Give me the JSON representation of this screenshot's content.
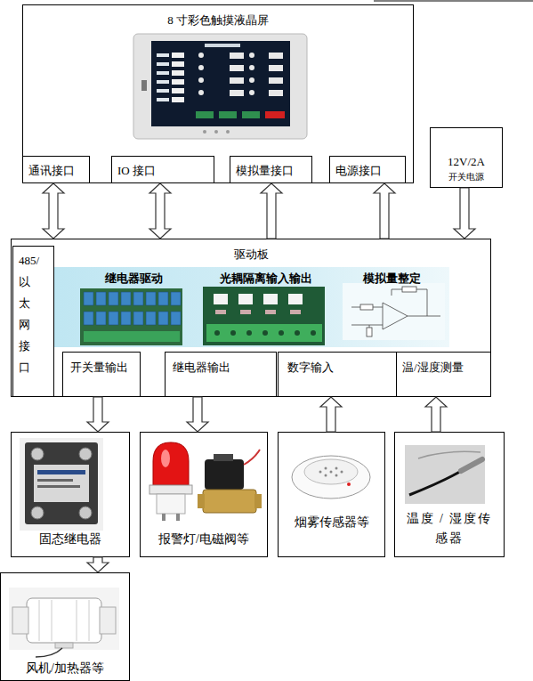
{
  "diagram": {
    "nodes": [
      {
        "text": [
          "8 寸彩色触摸液晶屏"
        ]
      },
      {
        "text": [
          "通讯接口"
        ],
        "in": 0
      },
      {
        "text": [
          "IO 接口"
        ],
        "in": 0
      },
      {
        "text": [
          "模拟量接口"
        ],
        "in": 0
      },
      {
        "text": [
          "电源接口"
        ],
        "in": 0
      },
      {
        "text": [
          "12V/2A",
          "开关电源"
        ]
      },
      {
        "text": [
          "驱动板"
        ]
      },
      {
        "text": [
          "485/ 以 太 网 接 口"
        ],
        "in": 6
      },
      {
        "text": [
          "继电器驱动",
          "光耦隔离输入输出",
          "模拟量整定"
        ],
        "in": 6
      },
      {
        "text": [
          "开关量输出"
        ],
        "in": 6
      },
      {
        "text": [
          "继电器输出"
        ],
        "in": 6
      },
      {
        "text": [
          "数字输入"
        ],
        "in": 6
      },
      {
        "text": [
          "温/湿度测量"
        ],
        "in": 6
      },
      {
        "text": [
          "固态继电器"
        ]
      },
      {
        "text": [
          "报警灯/电磁阀等"
        ]
      },
      {
        "text": [
          "烟雾传感器等"
        ]
      },
      {
        "text": [
          "温度 / 湿度传感器"
        ]
      },
      {
        "text": [
          "风机/加热器等"
        ]
      }
    ],
    "edges": [
      {
        "from": 1,
        "to": 6,
        "arrow": "both"
      },
      {
        "from": 2,
        "to": 6,
        "arrow": "both"
      },
      {
        "from": 6,
        "to": 3,
        "arrow": "to"
      },
      {
        "from": 6,
        "to": 4,
        "arrow": "to"
      },
      {
        "from": 5,
        "to": 6,
        "arrow": "to"
      },
      {
        "from": 9,
        "to": 13,
        "arrow": "to"
      },
      {
        "from": 10,
        "to": 14,
        "arrow": "to"
      },
      {
        "from": 15,
        "to": 11,
        "arrow": "to"
      },
      {
        "from": 16,
        "to": 12,
        "arrow": "to"
      },
      {
        "from": 13,
        "to": 17,
        "arrow": "to"
      }
    ]
  }
}
